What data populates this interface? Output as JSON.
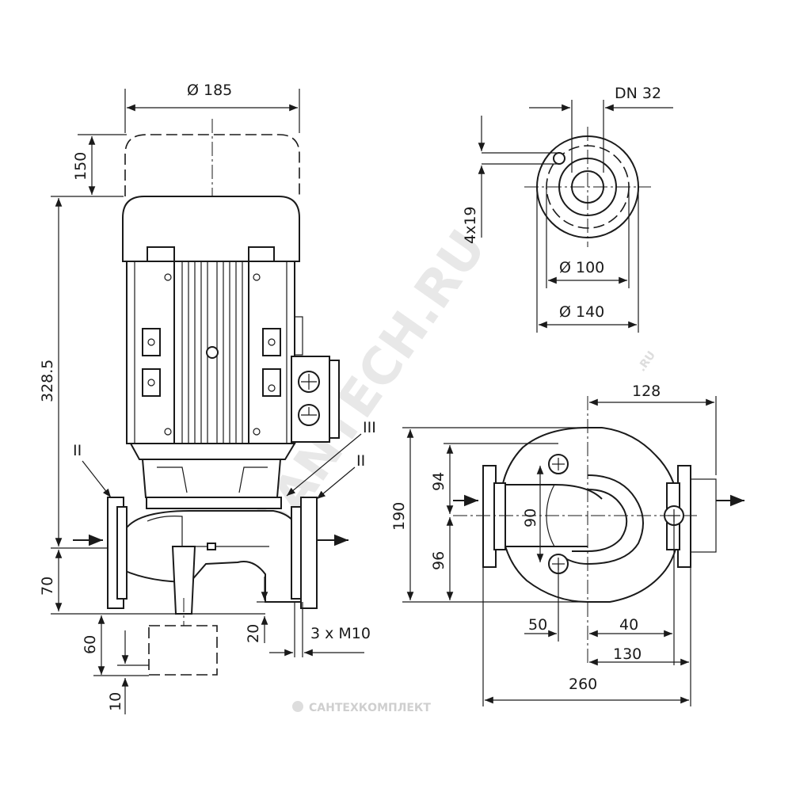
{
  "drawing": {
    "watermark": "SANTECH.RU",
    "watermark_small": ".RU",
    "footer_brand": "САНТЕХКОМПЛЕКТ"
  },
  "dimensions": {
    "motor_diameter": "Ø 185",
    "motor_removal": "150",
    "height_total": "328.5",
    "height_base": "70",
    "foot_height": "60",
    "foot_offset": "10",
    "flange_bolt": "20",
    "bolts": "3 x M10",
    "flange_dn": "DN 32",
    "flange_holes": "4x19",
    "bolt_circle": "Ø 100",
    "flange_outer": "Ø 140",
    "width_128": "128",
    "width_190": "190",
    "top_94": "94",
    "bottom_96": "96",
    "center_90": "90",
    "bottom_50": "50",
    "bottom_40": "40",
    "bottom_130": "130",
    "overall_260": "260"
  },
  "markers": {
    "left_flange": "II",
    "seal": "III",
    "right_flange": "II"
  }
}
